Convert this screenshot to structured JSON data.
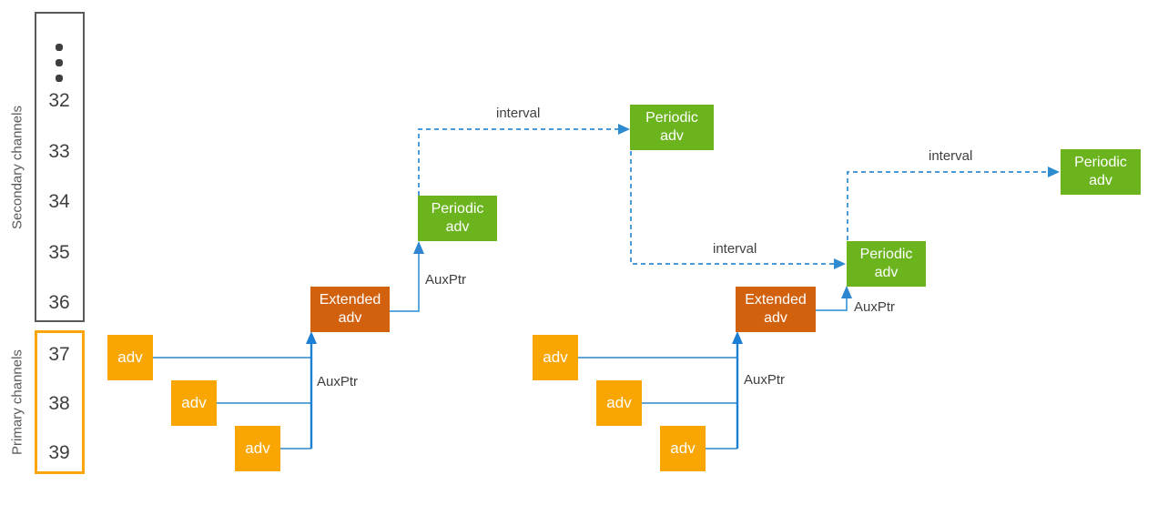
{
  "channel_axis": {
    "secondary_label": "Secondary channels",
    "primary_label": "Primary channels",
    "secondary_channels": [
      "32",
      "33",
      "34",
      "35",
      "36"
    ],
    "primary_channels": [
      "37",
      "38",
      "39"
    ]
  },
  "nodes": {
    "adv": "adv",
    "extended_adv": "Extended adv",
    "periodic_adv": "Periodic adv"
  },
  "edge_labels": {
    "aux_ptr": "AuxPtr",
    "interval": "interval"
  },
  "colors": {
    "adv_box": "#F9A602",
    "extended_adv_box": "#D2610E",
    "periodic_adv_box": "#6CB41E",
    "solid_connector": "#2E86C8",
    "harness_arrow": "#1B7FD4",
    "elbow_connector": "#5BA7DF",
    "dashed_connector": "#2E8BD0",
    "secondary_box_border": "#595959",
    "primary_box_border": "#FAA50A",
    "label_text": "#404040",
    "channel_text": "#3F3F3F"
  }
}
